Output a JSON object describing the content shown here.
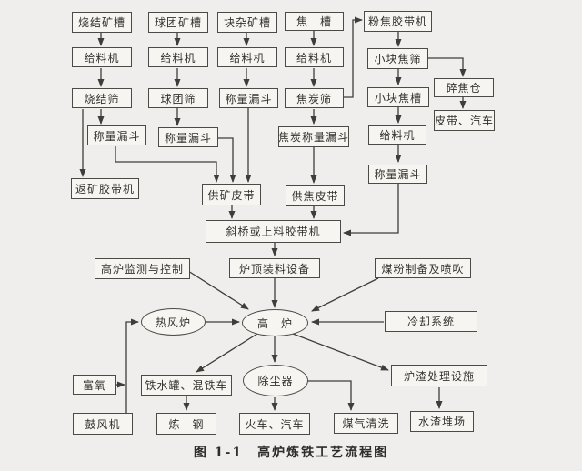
{
  "figure": {
    "caption": "图 1-1　高炉炼铁工艺流程图"
  },
  "colors": {
    "background": "#efeeec",
    "box_fill": "#f6f5f2",
    "line": "#3f3d3a",
    "text": "#34322e"
  },
  "nodes": {
    "sinter_ore_bin": "烧结矿槽",
    "pellet_ore_bin": "球团矿槽",
    "lump_ore_bin": "块杂矿槽",
    "coke_bin": "焦　槽",
    "fine_coke_belt_conveyor": "粉焦胶带机",
    "feeder_sinter": "给料机",
    "feeder_pellet": "给料机",
    "feeder_lump": "给料机",
    "feeder_coke": "给料机",
    "small_coke_screen": "小块焦筛",
    "sinter_screen": "烧结筛",
    "pellet_screen": "球团筛",
    "weighing_hopper_lump": "称量漏斗",
    "coke_screen": "焦炭筛",
    "small_coke_bin": "小块焦槽",
    "crushed_coke_bunker": "碎焦仓",
    "belt_truck": "皮带、汽车",
    "weighing_hopper_sinter": "称量漏斗",
    "weighing_hopper_pellet": "称量漏斗",
    "coke_weighing_hopper": "焦炭称量漏斗",
    "feeder_small_coke": "给料机",
    "weighing_hopper_small_coke": "称量漏斗",
    "return_ore_belt_conveyor": "返矿胶带机",
    "ore_supply_belt": "供矿皮带",
    "coke_supply_belt": "供焦皮带",
    "incline_bridge_or_charging_belt": "斜桥或上料胶带机",
    "bf_monitoring_control": "高炉监测与控制",
    "top_charging_equipment": "炉顶装料设备",
    "coal_prep_injection": "煤粉制备及喷吹",
    "hot_blast_stove": "热风炉",
    "blast_furnace": "高　炉",
    "cooling_system": "冷却系统",
    "oxygen_enrichment": "富氧",
    "hot_metal_ladle_mixer_car": "铁水罐、混铁车",
    "dust_collector": "除尘器",
    "slag_treatment_facility": "炉渣处理设施",
    "blower": "鼓风机",
    "steelmaking": "炼　钢",
    "train_truck": "火车、汽车",
    "gas_cleaning": "煤气清洗",
    "granulated_slag_yard": "水渣堆场"
  }
}
